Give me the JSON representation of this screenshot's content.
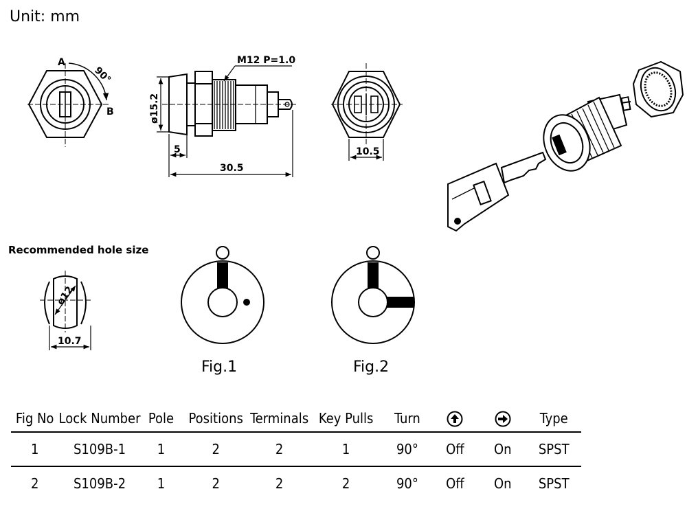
{
  "unit_label": "Unit: mm",
  "dimensions": {
    "angle": "90°",
    "pos_a": "A",
    "pos_b": "B",
    "thread": "M12 P=1.0",
    "diameter": "ø15.2",
    "flange": "5",
    "length": "30.5",
    "nut": "10.5",
    "hole_diameter": "ø12",
    "hole_flat": "10.7"
  },
  "hole_title": "Recommended hole size",
  "figures": [
    "Fig.1",
    "Fig.2"
  ],
  "table": {
    "headers": [
      "Fig No",
      "Lock Number",
      "Pole",
      "Positions",
      "Terminals",
      "Key Pulls",
      "Turn",
      "up-arrow-icon",
      "right-arrow-icon",
      "Type"
    ],
    "rows": [
      [
        "1",
        "S109B-1",
        "1",
        "2",
        "2",
        "1",
        "90°",
        "Off",
        "On",
        "SPST"
      ],
      [
        "2",
        "S109B-2",
        "1",
        "2",
        "2",
        "2",
        "90°",
        "Off",
        "On",
        "SPST"
      ]
    ]
  }
}
